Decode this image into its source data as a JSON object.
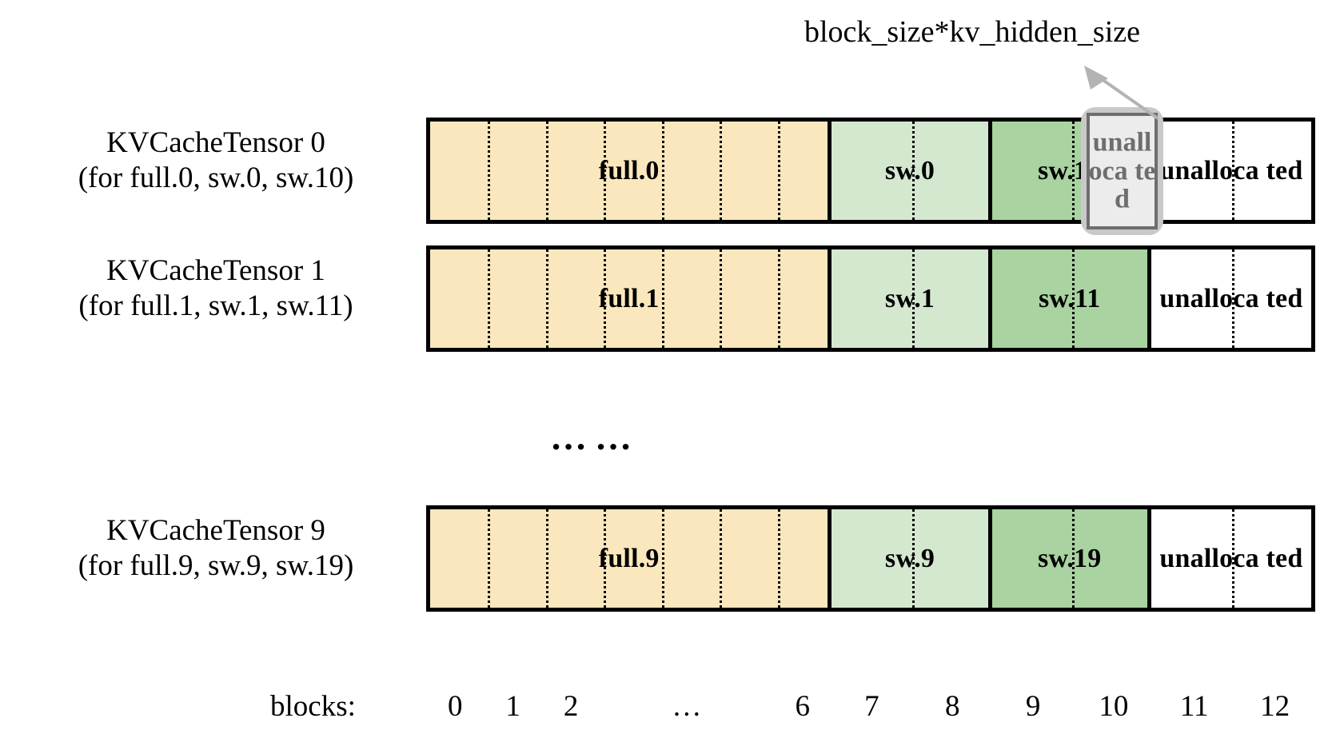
{
  "diagram": {
    "title_annotation": "block_size*kv_hidden_size",
    "axis": {
      "label": "blocks:",
      "ticks": [
        "0",
        "1",
        "2",
        "…",
        "6",
        "7",
        "8",
        "9",
        "10",
        "11",
        "12"
      ]
    },
    "ellipsis": "……",
    "colors": {
      "full": "#fbe7bd",
      "sw_light": "#d4e8d0",
      "sw_dark": "#a9d3a0",
      "unallocated": "#ffffff",
      "highlight_fill": "#ececec",
      "highlight_inner_border": "#6e6e6e",
      "highlight_outer_border": "#c9c9c9",
      "highlight_text": "#6e6e6e",
      "outline": "#000000",
      "arrow": "#b3b3b3"
    },
    "rows": [
      {
        "label_line1": "KVCacheTensor 0",
        "label_line2": "(for full.0, sw.0, sw.10)",
        "segments": [
          {
            "name": "full.0",
            "kind": "full",
            "blocks": 7,
            "label": "full.0"
          },
          {
            "name": "sw.0",
            "kind": "sw_light",
            "blocks": 2,
            "label": "sw.0"
          },
          {
            "name": "sw.10",
            "kind": "sw_dark",
            "blocks": 2,
            "label": "sw.10"
          },
          {
            "name": "unallocated",
            "kind": "unallocated",
            "blocks": 2,
            "label": "unalloca ted"
          }
        ]
      },
      {
        "label_line1": "KVCacheTensor 1",
        "label_line2": "(for full.1, sw.1, sw.11)",
        "segments": [
          {
            "name": "full.1",
            "kind": "full",
            "blocks": 7,
            "label": "full.1"
          },
          {
            "name": "sw.1",
            "kind": "sw_light",
            "blocks": 2,
            "label": "sw.1"
          },
          {
            "name": "sw.11",
            "kind": "sw_dark",
            "blocks": 2,
            "label": "sw.11"
          },
          {
            "name": "unallocated",
            "kind": "unallocated",
            "blocks": 2,
            "label": "unalloca ted"
          }
        ]
      },
      {
        "label_line1": "KVCacheTensor 9",
        "label_line2": "(for full.9, sw.9, sw.19)",
        "segments": [
          {
            "name": "full.9",
            "kind": "full",
            "blocks": 7,
            "label": "full.9"
          },
          {
            "name": "sw.9",
            "kind": "sw_light",
            "blocks": 2,
            "label": "sw.9"
          },
          {
            "name": "sw.19",
            "kind": "sw_dark",
            "blocks": 2,
            "label": "sw.19"
          },
          {
            "name": "unallocated",
            "kind": "unallocated",
            "blocks": 2,
            "label": "unalloca ted"
          }
        ]
      }
    ],
    "highlight": {
      "text": "unalloca ted",
      "target_block": "11"
    }
  }
}
